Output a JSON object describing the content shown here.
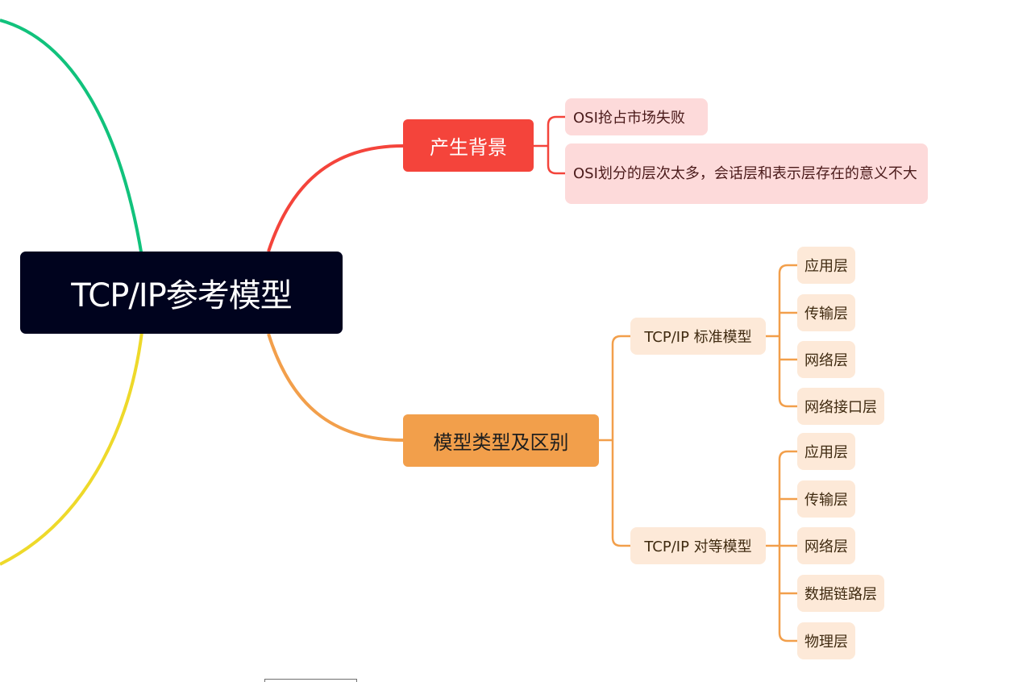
{
  "root": {
    "label": "TCP/IP参考模型"
  },
  "branches": [
    {
      "label": "产生背景",
      "color": "#f4443b",
      "children": [
        "OSI抢占市场失败",
        "OSI划分的层次太多，会话层和表示层存在的意义不大"
      ]
    },
    {
      "label": "模型类型及区别",
      "color": "#f29f4b",
      "children": [
        {
          "label": "TCP/IP 标准模型",
          "layers": [
            "应用层",
            "传输层",
            "网络层",
            "网络接口层"
          ]
        },
        {
          "label": "TCP/IP 对等模型",
          "layers": [
            "应用层",
            "传输层",
            "网络层",
            "数据链路层",
            "物理层"
          ]
        }
      ]
    }
  ],
  "colors": {
    "root_bg": "#00031e",
    "offscreen_branch_top": "#11c27c",
    "offscreen_branch_bottom": "#eed92a",
    "leaf_pink": "#fddada",
    "leaf_orange": "#fde9d8"
  }
}
